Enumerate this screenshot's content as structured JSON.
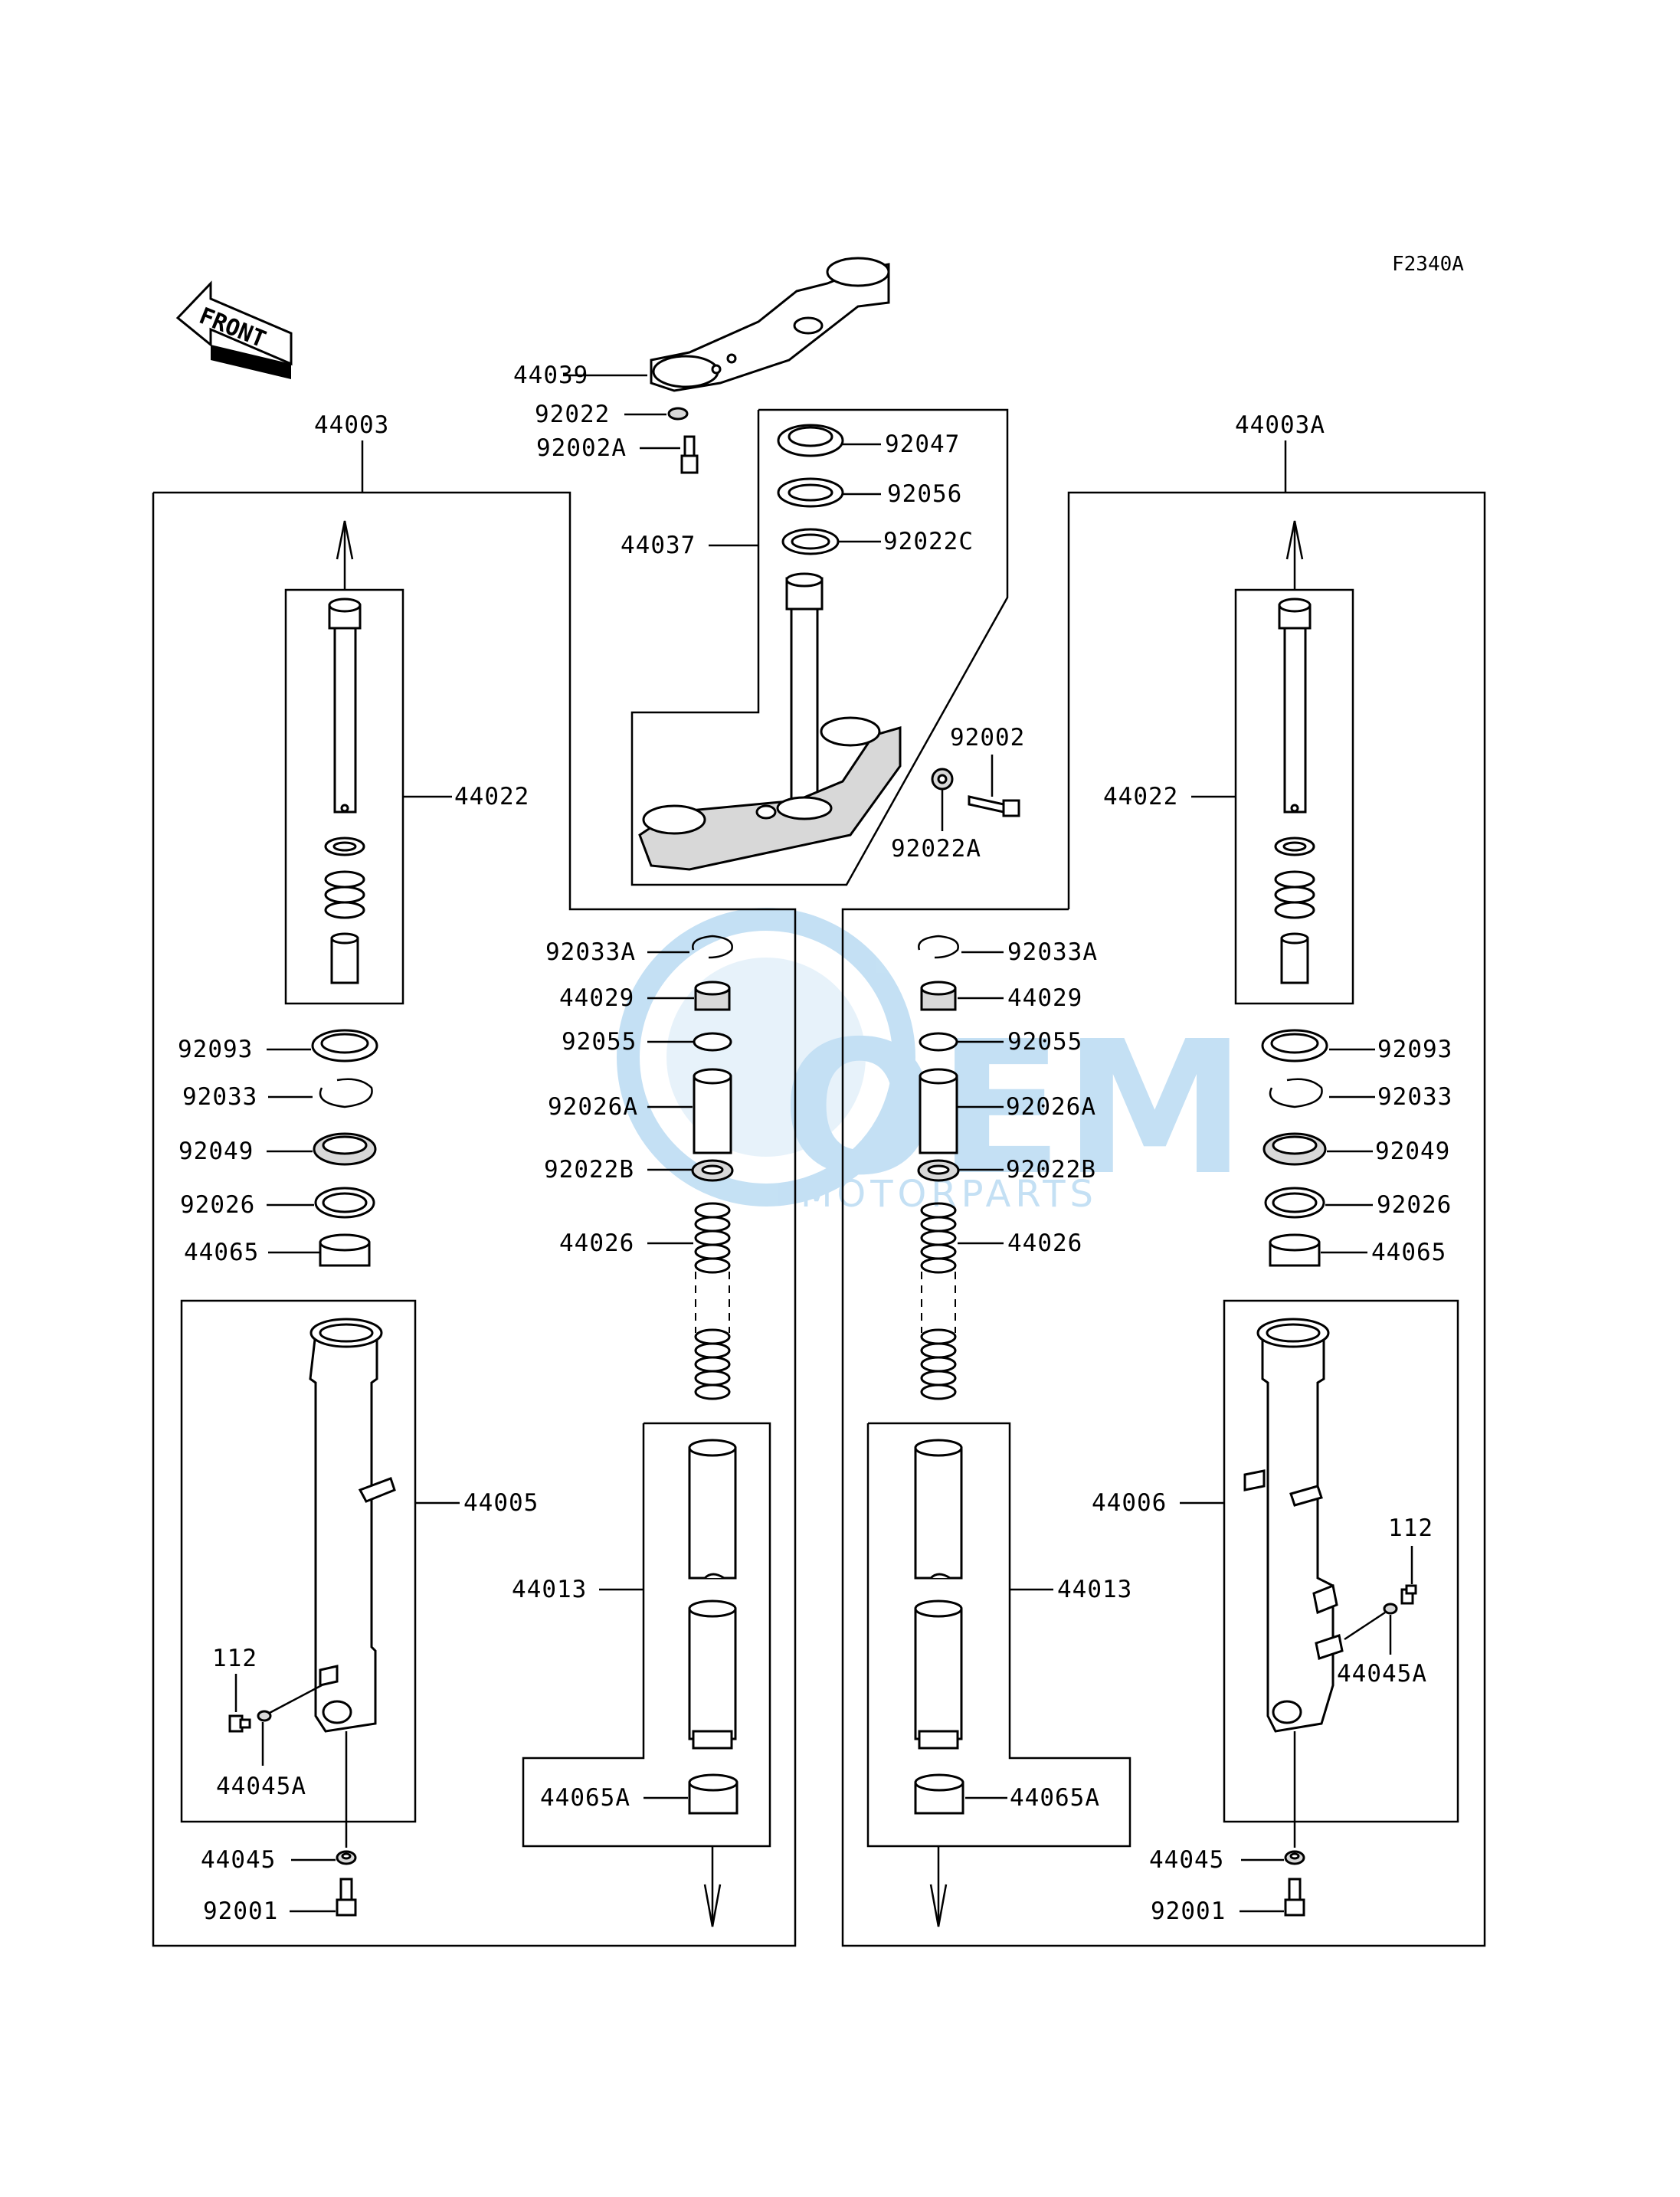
{
  "diagram_code": "F2340A",
  "front_label": "FRONT",
  "watermark": {
    "brand": "OEM",
    "subtitle": "MOTORPARTS",
    "color": "#5aa8e0"
  },
  "top_parts": {
    "upper_bracket": "44039",
    "upper_washer": "92022",
    "upper_bolt": "92002A",
    "stem_assembly": "44037",
    "stem_seal": "92047",
    "stem_bearing": "92056",
    "stem_washer": "92022C",
    "clamp_bolt": "92002",
    "clamp_washer": "92022A"
  },
  "left_fork": {
    "assembly": "44003",
    "inner_tube": "44022",
    "dust_seal": "92093",
    "retaining_ring": "92033",
    "oil_seal": "92049",
    "washer": "92026",
    "bushing": "44065",
    "outer_tube": "44005",
    "drain_screw": "112",
    "drain_gasket": "44045A",
    "gasket": "44045",
    "bolt": "92001"
  },
  "right_fork": {
    "assembly": "44003A",
    "inner_tube": "44022",
    "dust_seal": "92093",
    "retaining_ring": "92033",
    "oil_seal": "92049",
    "washer": "92026",
    "bushing": "44065",
    "outer_tube": "44006",
    "drain_screw": "112",
    "drain_gasket": "44045A",
    "gasket": "44045",
    "bolt": "92001"
  },
  "center_left": {
    "circlip": "92033A",
    "cap": "44029",
    "o_ring": "92055",
    "spacer": "92026A",
    "washer": "92022B",
    "spring": "44026",
    "cylinder": "44013",
    "bushing": "44065A"
  },
  "center_right": {
    "circlip": "92033A",
    "cap": "44029",
    "o_ring": "92055",
    "spacer": "92026A",
    "washer": "92022B",
    "spring": "44026",
    "cylinder": "44013",
    "bushing": "44065A"
  }
}
